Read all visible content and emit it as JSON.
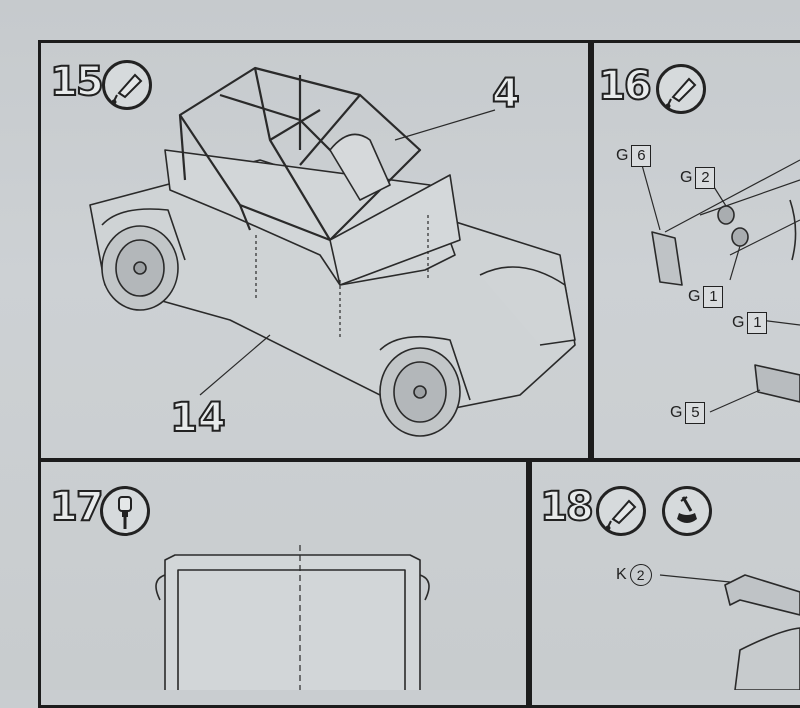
{
  "steps": [
    {
      "number": "15"
    },
    {
      "number": "16"
    },
    {
      "number": "17"
    },
    {
      "number": "18"
    }
  ],
  "callouts": {
    "roll_cage": "4",
    "chassis": "14"
  },
  "step16_parts": [
    {
      "letter": "G",
      "num": "6"
    },
    {
      "letter": "G",
      "num": "2"
    },
    {
      "letter": "G",
      "num": "1"
    },
    {
      "letter": "G",
      "num": "1"
    },
    {
      "letter": "G",
      "num": "5"
    }
  ],
  "step18_part": {
    "letter": "K",
    "num": "2"
  },
  "icons": {
    "step15": "glue-tube-icon",
    "step16": "glue-tube-icon",
    "step17": "drill-icon",
    "step18_a": "glue-tube-icon",
    "step18_b": "paint-brush-icon"
  }
}
